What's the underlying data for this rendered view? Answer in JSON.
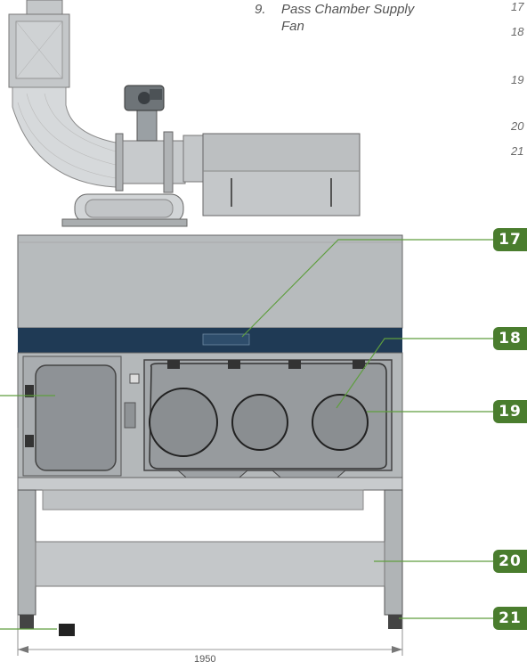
{
  "header": {
    "item_number": "9.",
    "item_text_line1": "Pass Chamber Supply",
    "item_text_line2": "Fan"
  },
  "right_list_numbers": [
    "17",
    "18",
    "19",
    "20",
    "21"
  ],
  "callouts": [
    "17",
    "18",
    "19",
    "20",
    "21"
  ],
  "dimension": {
    "width_label": "1950"
  },
  "colors": {
    "callout_green": "#4a7d2e",
    "leader_line": "#5f9e3f",
    "band_navy": "#1f3a55",
    "cabinet_gray": "#b7bbbd"
  }
}
